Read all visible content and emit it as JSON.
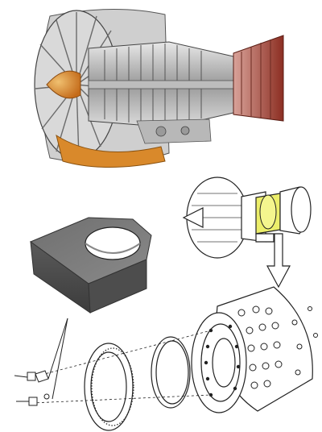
{
  "figure": {
    "panels": [
      {
        "id": "engine-cutaway",
        "kind": "turbofan cutaway illustration"
      },
      {
        "id": "engine-locator",
        "kind": "line drawing with highlighted section"
      },
      {
        "id": "bracket-photo",
        "kind": "machined block with bore"
      },
      {
        "id": "exploded-assembly",
        "kind": "line drawing of ring, seal, housing and fasteners"
      }
    ],
    "colors": {
      "fan_accent": "#d9892b",
      "highlight": "#ecee6a",
      "line": "#222222",
      "metal": "#9a9a9a",
      "exhaust": "#b84a3a"
    }
  }
}
